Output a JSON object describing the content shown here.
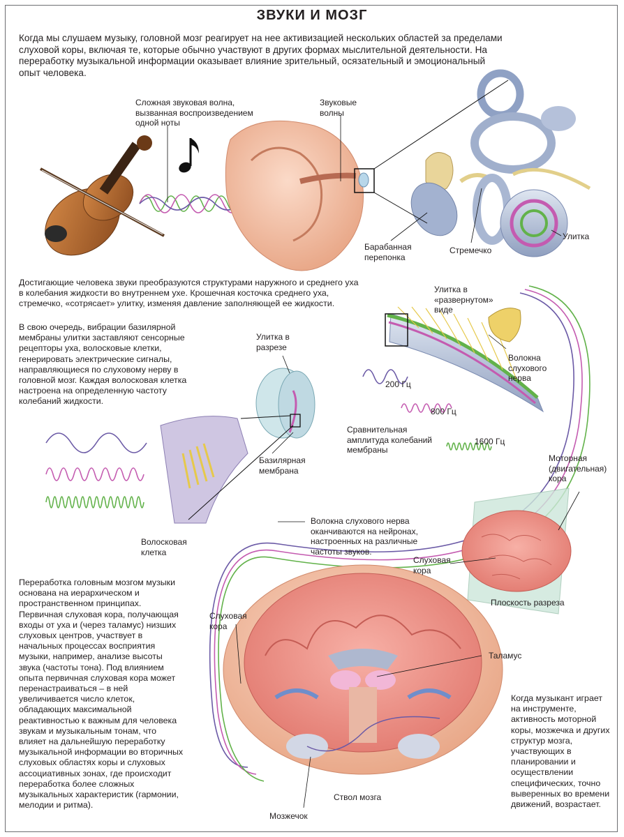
{
  "title": "ЗВУКИ И МОЗГ",
  "intro": "Когда мы слушаем музыку, головной мозг реагирует на нее активизацией нескольких областей за пределами слуховой коры, включая те, которые обычно участвуют в других формах мыслительной деятельности. На переработку музыкальной информации оказывает влияние зрительный, осязательный и эмоциональный опыт человека.",
  "paragraphs": {
    "ear": "Достигающие человека звуки преобразуются структурами наружного и среднего уха в колебания жидкости во внутреннем ухе. Крошечная косточка среднего уха, стремечко, «сотрясает» улитку, изменяя давление заполняющей ее жидкости.",
    "cochlea": "В свою очередь, вибрации базилярной мембраны улитки заставляют сенсорные рецепторы уха, волосковые клетки, генерировать электрические сигналы, направляющиеся по слуховому нерву в головной мозг. Каждая волосковая клетка настроена на определенную частоту колебаний жидкости.",
    "brain": "Переработка головным мозгом музыки основана на иерархическом и пространственном принципах. Первичная слуховая кора, получающая входы от уха и (через таламус) низших слуховых центров, участвует в начальных процессах восприятия музыки, например, анализе высоты звука (частоты тона). Под влиянием опыта первичная слуховая кора может перенастраиваться – в ней увеличивается число клеток, обладающих максимальной реактивностью к важным для человека звукам и музыкальным тонам, что влияет на дальнейшую переработку музыкальной информации во вторичных слуховых областях коры и слуховых ассоциативных зонах, где происходит переработка более сложных музыкальных характеристик (гармонии, мелодии и ритма).",
    "motor": "Когда музыкант играет на инструменте, активность моторной коры, мозжечка и других структур мозга, участвующих в планировании и осуществлении специфических, точно выверенных во времени движений, возрастает."
  },
  "labels": {
    "complex_wave": "Сложная звуковая волна, вызванная воспроизведением одной ноты",
    "sound_waves": "Звуковые волны",
    "eardrum": "Барабанная перепонка",
    "stapes": "Стремечко",
    "cochlea": "Улитка",
    "cochlea_unrolled": "Улитка в «развернутом» виде",
    "cochlea_section": "Улитка в разрезе",
    "nerve_fibers": "Волокна слухового нерва",
    "hz200": "200 Гц",
    "hz800": "800 Гц",
    "hz1600": "1600 Гц",
    "amplitude": "Сравнительная амплитуда колебаний мембраны",
    "basilar": "Базилярная мембрана",
    "hair_cell": "Волосковая клетка",
    "nerve_end": "Волокна слухового нерва оканчиваются на нейронах, настроенных на различные частоты звуков.",
    "motor_cortex": "Моторная (двигательная) кора",
    "aud_cortex_right": "Слуховая кора",
    "section_plane": "Плоскость разреза",
    "aud_cortex_left": "Слуховая кора",
    "thalamus": "Таламус",
    "brainstem": "Ствол мозга",
    "cerebellum": "Мозжечок"
  },
  "colors": {
    "wave_purple": "#6b5aa6",
    "wave_magenta": "#c45bb0",
    "wave_green": "#62b24a",
    "skin": "#f3c1a6",
    "brain_pink": "#f08f86",
    "bone_blue": "#aeb8cf"
  },
  "icons": [
    "violin-illustration",
    "music-note-icon",
    "ear-illustration",
    "inner-ear-illustration",
    "cochlea-illustration",
    "brain-illustration",
    "brain-section-illustration"
  ]
}
